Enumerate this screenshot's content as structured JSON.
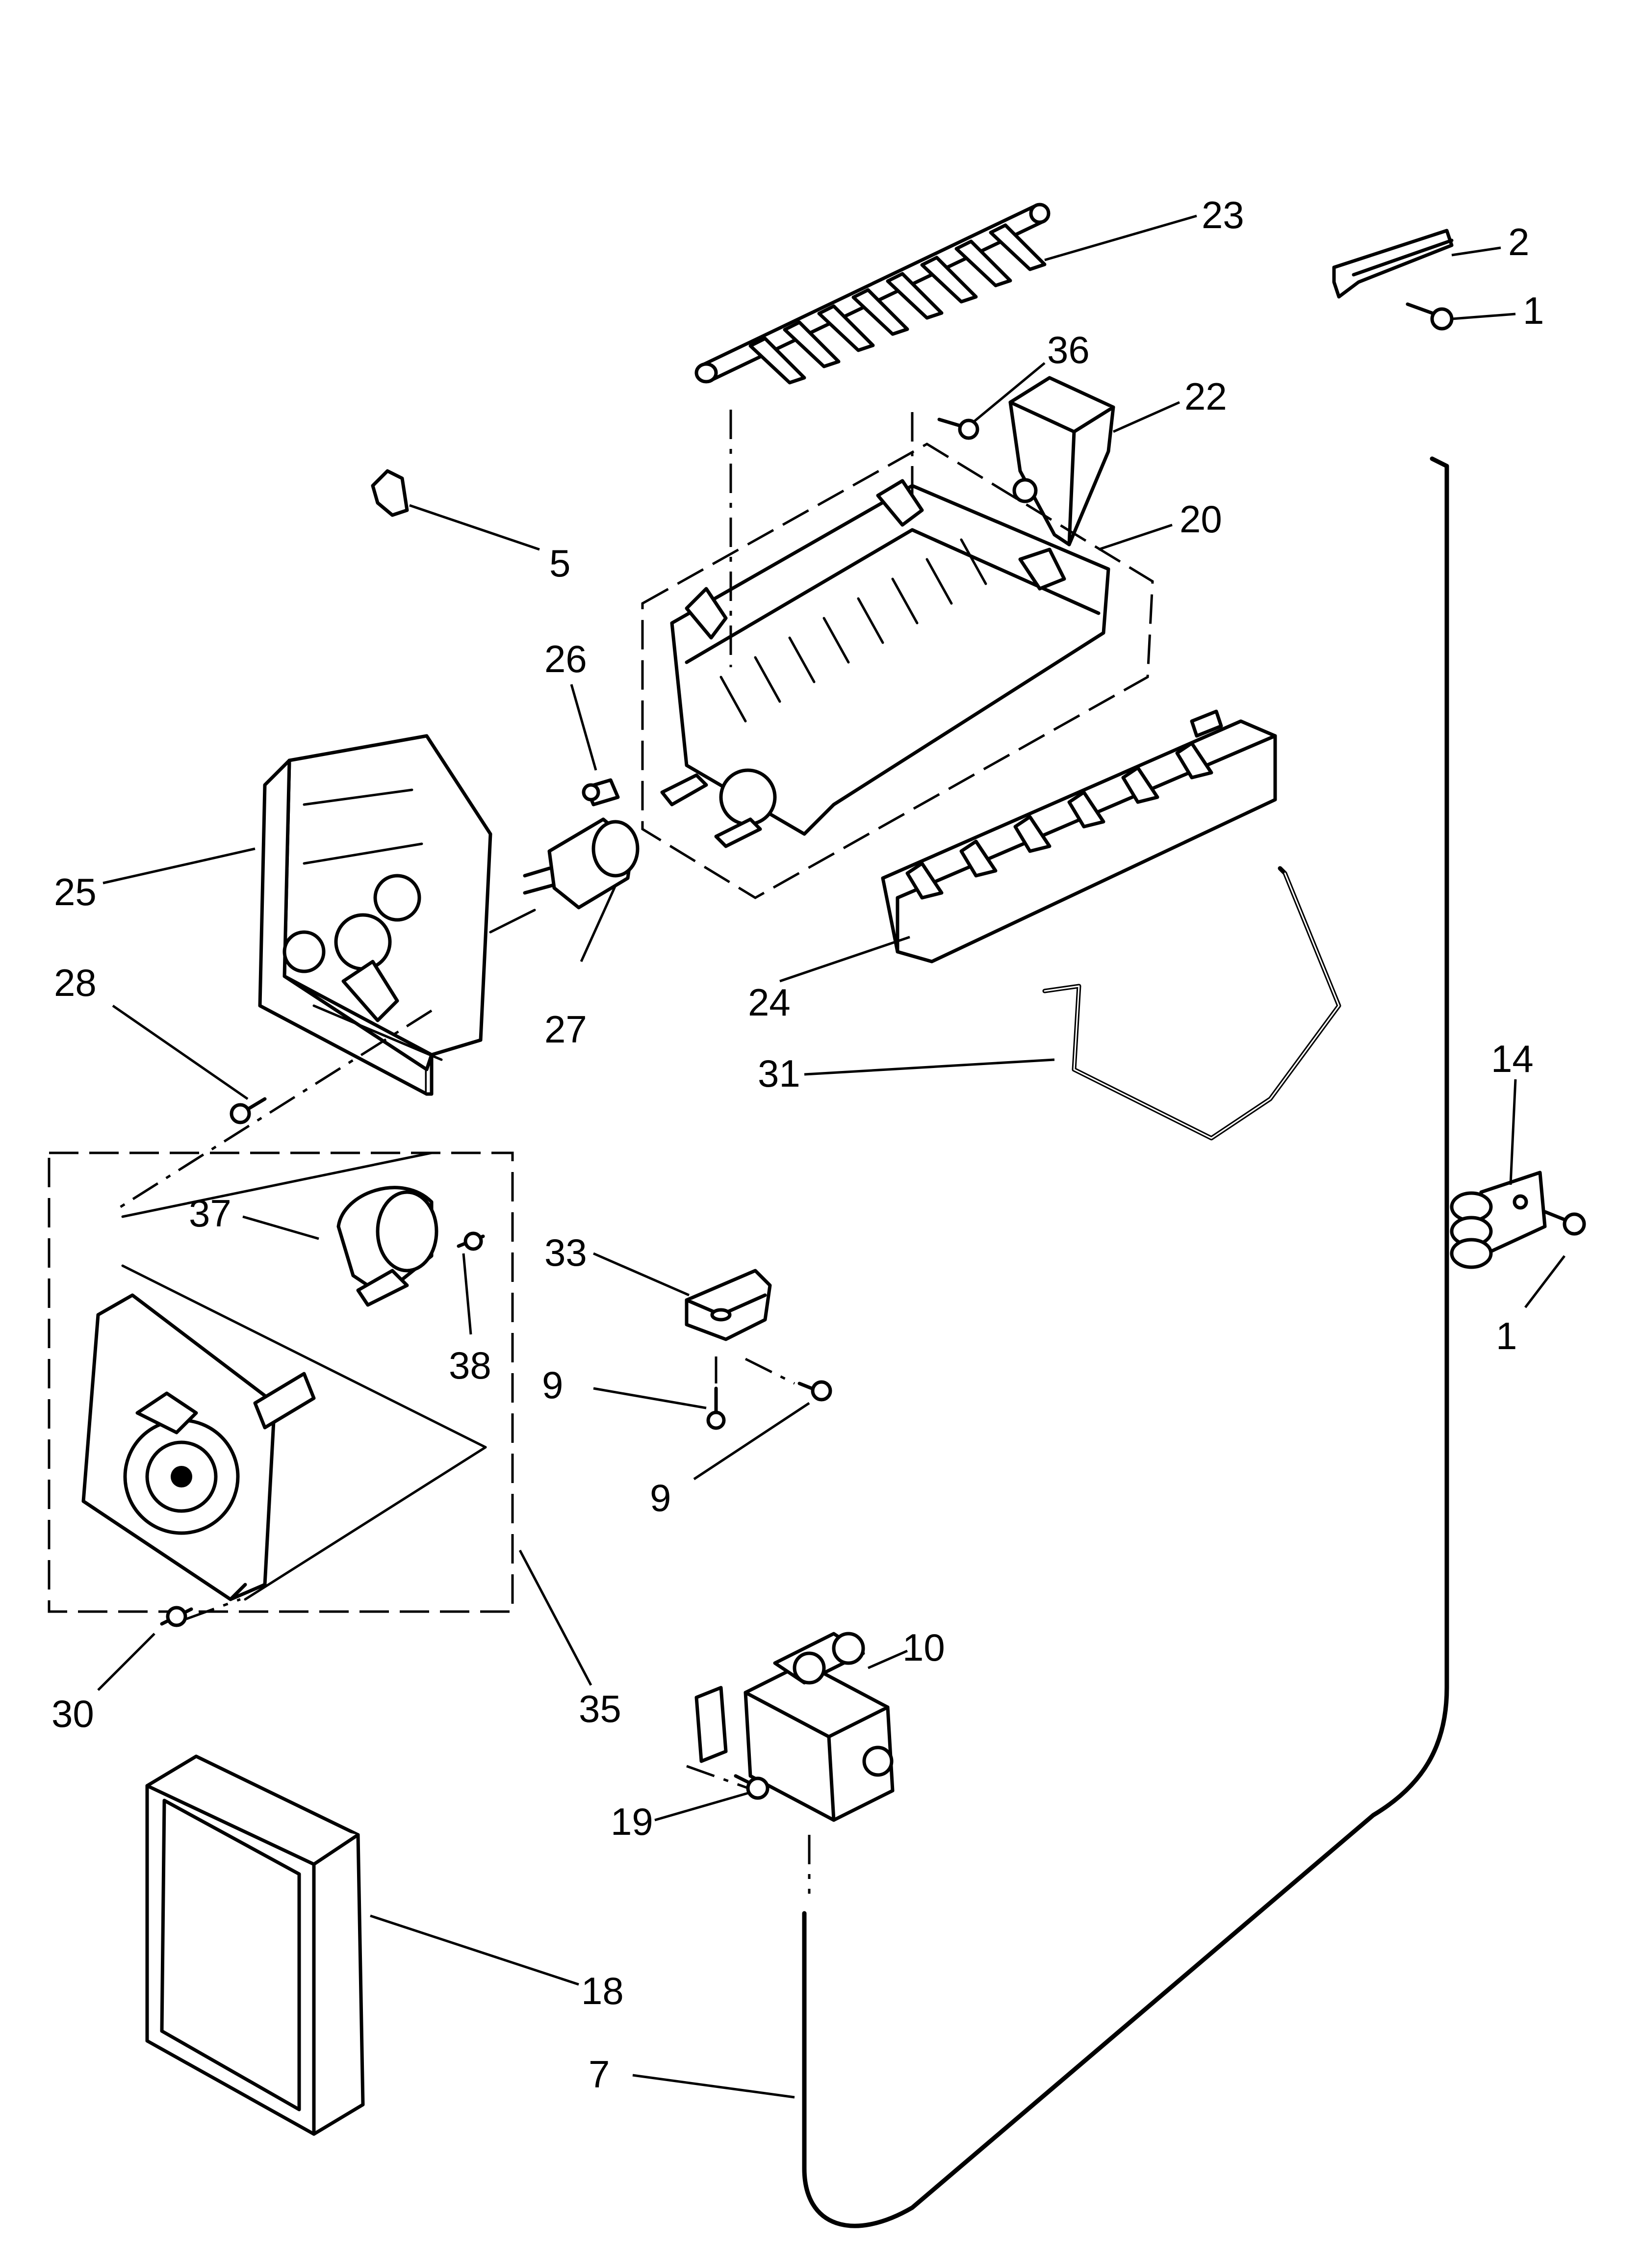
{
  "diagram": {
    "colors": {
      "line": "#000000",
      "background": "#ffffff"
    },
    "callouts": [
      "23",
      "2",
      "1",
      "36",
      "22",
      "5",
      "20",
      "26",
      "25",
      "28",
      "27",
      "24",
      "31",
      "14",
      "37",
      "38",
      "33",
      "9",
      "9",
      "1",
      "35",
      "30",
      "10",
      "19",
      "18",
      "7"
    ]
  }
}
